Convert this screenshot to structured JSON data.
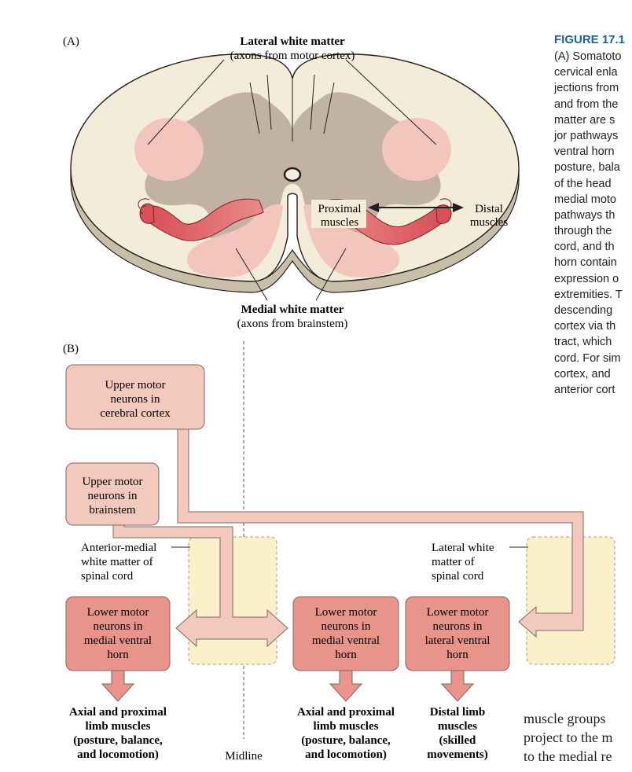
{
  "panel_a": {
    "label": "(A)",
    "lateral_title": "Lateral white matter",
    "lateral_sub": "(axons from motor cortex)",
    "medial_title": "Medial white matter",
    "medial_sub": "(axons from brainstem)",
    "proximal_line1": "Proximal",
    "proximal_line2": "muscles",
    "distal_line1": "Distal",
    "distal_line2": "muscles"
  },
  "panel_b": {
    "label": "B",
    "label_text": "(B)",
    "umn_cortex": [
      "Upper motor",
      "neurons in",
      "cerebral cortex"
    ],
    "umn_brainstem": [
      "Upper motor",
      "neurons in",
      "brainstem"
    ],
    "anterior_medial_label": [
      "Anterior-medial",
      "white matter of",
      "spinal cord"
    ],
    "lateral_white_label": [
      "Lateral white",
      "matter of",
      "spinal cord"
    ],
    "lmn_medial_left": [
      "Lower motor",
      "neurons in",
      "medial ventral",
      "horn"
    ],
    "lmn_medial_right": [
      "Lower motor",
      "neurons in",
      "medial ventral",
      "horn"
    ],
    "lmn_lateral": [
      "Lower motor",
      "neurons in",
      "lateral ventral",
      "horn"
    ],
    "axial_left": [
      "Axial and proximal",
      "limb muscles",
      "(posture, balance,",
      "and locomotion)"
    ],
    "axial_right": [
      "Axial and proximal",
      "limb muscles",
      "(posture, balance,",
      "and locomotion)"
    ],
    "distal_limb": [
      "Distal limb",
      "muscles",
      "(skilled",
      "movements)"
    ],
    "midline": "Midline"
  },
  "caption": {
    "title": "FIGURE 17.1",
    "lines": [
      "(A) Somatoto",
      "cervical enla",
      "jections from",
      "and from the",
      "matter are s",
      "jor pathways",
      "ventral horn",
      "posture, bala",
      "of the head",
      "medial moto",
      "pathways th",
      "through the",
      "cord, and th",
      "horn contain",
      "expression o",
      "extremities. T",
      "descending",
      "cortex via th",
      "tract, which",
      "cord. For sim",
      "cortex, and",
      "anterior cort"
    ]
  },
  "body_text": [
    "muscle groups",
    "project to the m",
    "to the medial re"
  ],
  "colors": {
    "cord_fill": "#f3ecd9",
    "gray_matter": "#b8a898",
    "lateral_tract": "#f2c6bc",
    "medial_tract": "#f2c6bc",
    "box_light": "#f3c9bd",
    "box_dark": "#e8948a",
    "yellow_zone": "#fbf0c9",
    "caption_blue": "#1f5f9c"
  }
}
